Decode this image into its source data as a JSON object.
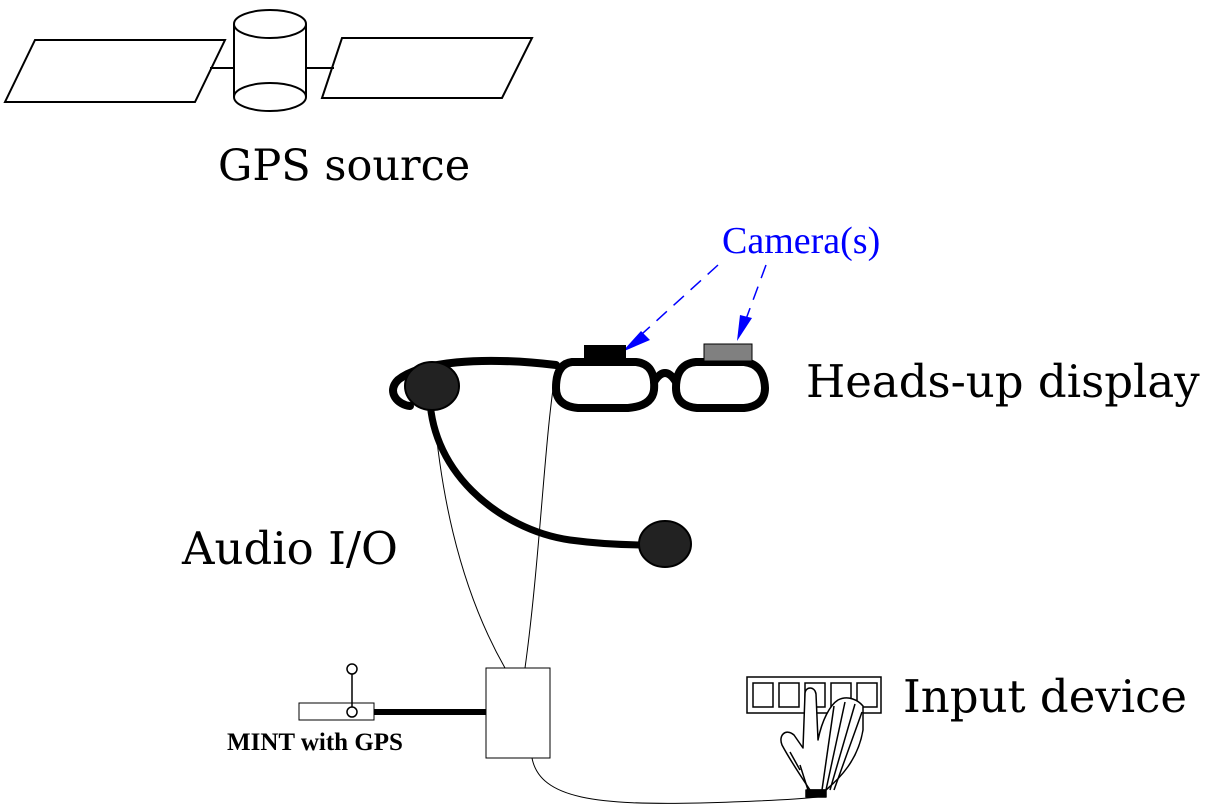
{
  "labels": {
    "gps_source": "GPS source",
    "cameras": "Camera(s)",
    "heads_up_display": "Heads-up display",
    "audio_io": "Audio I/O",
    "input_device": "Input device",
    "mint_with_gps": "MINT with GPS"
  },
  "colors": {
    "line": "#000000",
    "camera_label": "#0000ff",
    "camera_dark": "#000000",
    "camera_gray": "#808080",
    "earpiece": "#222222"
  },
  "icons": {
    "satellite": "satellite-icon",
    "glasses": "glasses-icon",
    "headset": "headset-icon",
    "keyboard": "keyboard-icon",
    "hand": "hand-icon",
    "antenna": "antenna-icon"
  }
}
